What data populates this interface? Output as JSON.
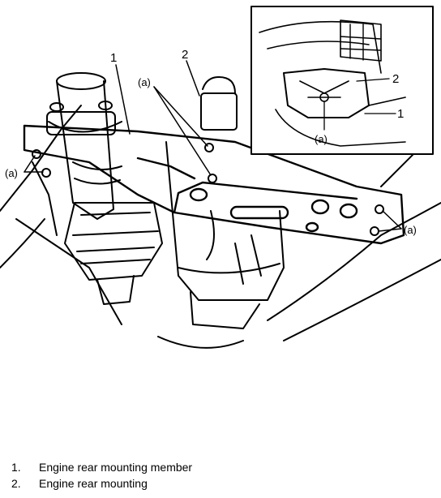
{
  "callouts": {
    "member_number": "1",
    "mounting_number": "2",
    "bolt_top": "(a)",
    "bolt_left": "(a)",
    "bolt_right": "(a)",
    "inset_mounting_number": "2",
    "inset_member_number": "1",
    "inset_bolt": "(a)"
  },
  "legend": [
    {
      "number": "1.",
      "label": "Engine rear mounting member"
    },
    {
      "number": "2.",
      "label": "Engine rear mounting"
    }
  ]
}
